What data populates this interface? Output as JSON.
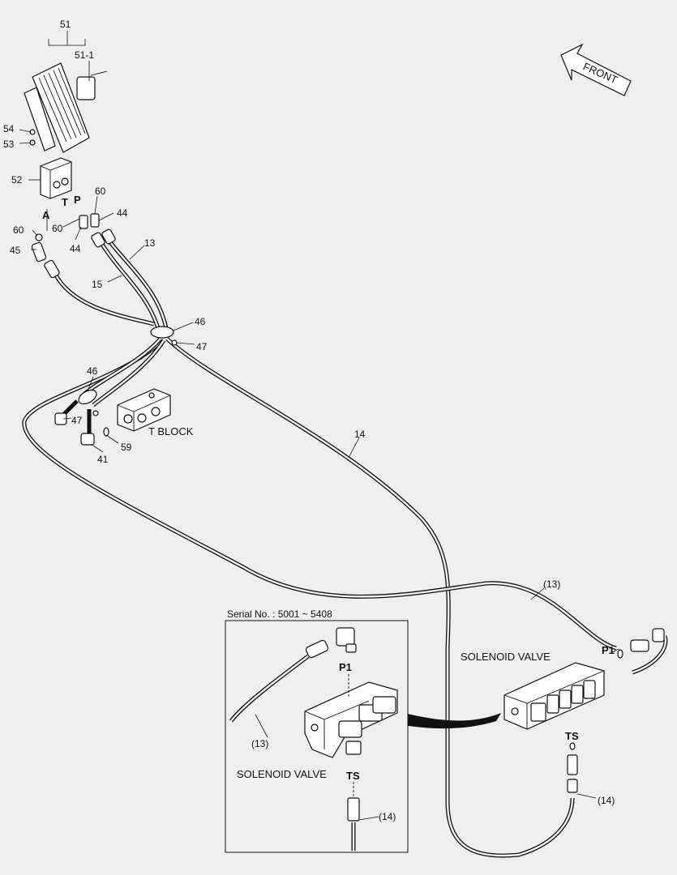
{
  "labels": {
    "p51": "51",
    "p51_1": "51-1",
    "p54": "54",
    "p53": "53",
    "p52": "52",
    "A": "A",
    "T": "T",
    "P": "P",
    "p60a": "60",
    "p60b": "60",
    "p60c": "60",
    "p44a": "44",
    "p44b": "44",
    "p45": "45",
    "p13": "13",
    "p15": "15",
    "p46a": "46",
    "p47a": "47",
    "p46b": "46",
    "p47b": "47",
    "p59": "59",
    "p41": "41",
    "p14": "14",
    "tblock": "T BLOCK",
    "front": "FRONT",
    "p13ref": "(13)",
    "P1": "P1",
    "solenoid": "SOLENOID VALVE",
    "TS": "TS",
    "p14ref": "(14)"
  },
  "inset": {
    "title": "Serial No. : 5001 ~ 5408",
    "p1": "P1",
    "p13ref": "(13)",
    "solenoid": "SOLENOID VALVE",
    "TS": "TS",
    "p14ref": "(14)"
  },
  "colors": {
    "background": "#efefef",
    "line": "#111111",
    "part_fill": "#ffffff"
  }
}
